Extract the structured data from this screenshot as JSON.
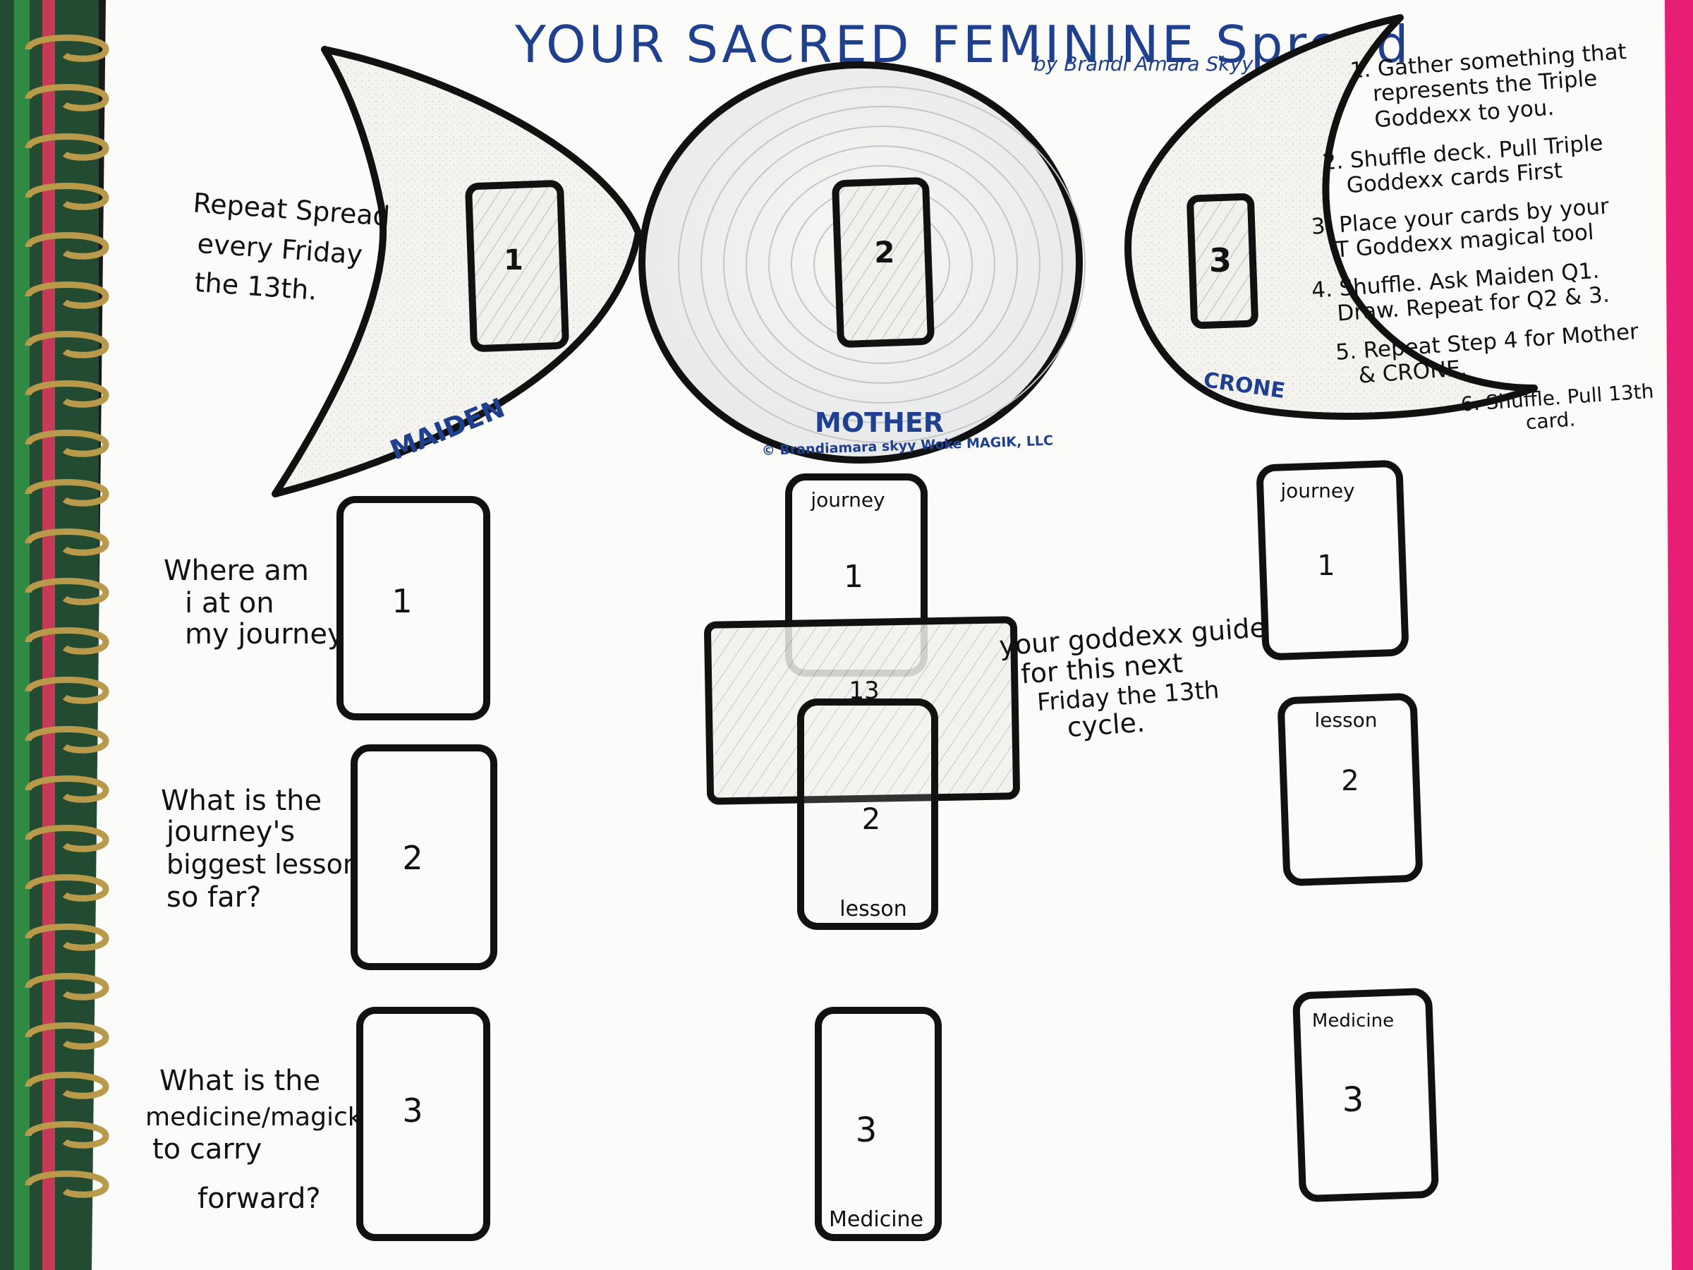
{
  "header": {
    "title": "YOUR SACRED FEMININE Spread",
    "byline": "by Brandi Amara Skyy",
    "copyright": "© Brandiamara skyy Woke MAGIK, LLC"
  },
  "moons": {
    "maiden": {
      "label": "MAIDEN",
      "card": "1"
    },
    "mother": {
      "label": "MOTHER",
      "card": "2"
    },
    "crone": {
      "label": "CRONE",
      "card": "3"
    }
  },
  "repeat_note": [
    "Repeat Spread",
    "every Friday",
    "the 13th."
  ],
  "instructions": [
    [
      "1. Gather something that",
      "represents the Triple",
      "Goddexx to you."
    ],
    [
      "2. Shuffle deck. Pull Triple",
      "Goddexx cards First"
    ],
    [
      "3. Place your cards by your",
      "T Goddexx magical tool"
    ],
    [
      "4. Shuffle. Ask Maiden Q1.",
      "Draw. Repeat for Q2 & 3."
    ],
    [
      "5. Repeat Step 4 for Mother",
      "& CRONE."
    ],
    [
      "6. Shuffle. Pull 13th",
      "card."
    ]
  ],
  "questions": [
    [
      "Where am",
      "i at on",
      "my journey?"
    ],
    [
      "What is the",
      "journey's",
      "biggest lesson",
      "so far?"
    ],
    [
      "What is the",
      "medicine/magick",
      "to carry",
      "forward?"
    ]
  ],
  "maiden_cards": [
    "1",
    "2",
    "3"
  ],
  "mother_cards": [
    {
      "top": "journey",
      "num": "1"
    },
    {
      "bottom": "lesson",
      "num": "2"
    },
    {
      "bottom": "Medicine",
      "num": "3"
    }
  ],
  "crone_cards": [
    {
      "top": "journey",
      "num": "1"
    },
    {
      "top": "lesson",
      "num": "2"
    },
    {
      "top": "Medicine",
      "num": "3"
    }
  ],
  "center_card": {
    "num": "13"
  },
  "goddexx_note": [
    "your goddexx guide",
    "for this next",
    "Friday the 13th",
    "cycle."
  ]
}
